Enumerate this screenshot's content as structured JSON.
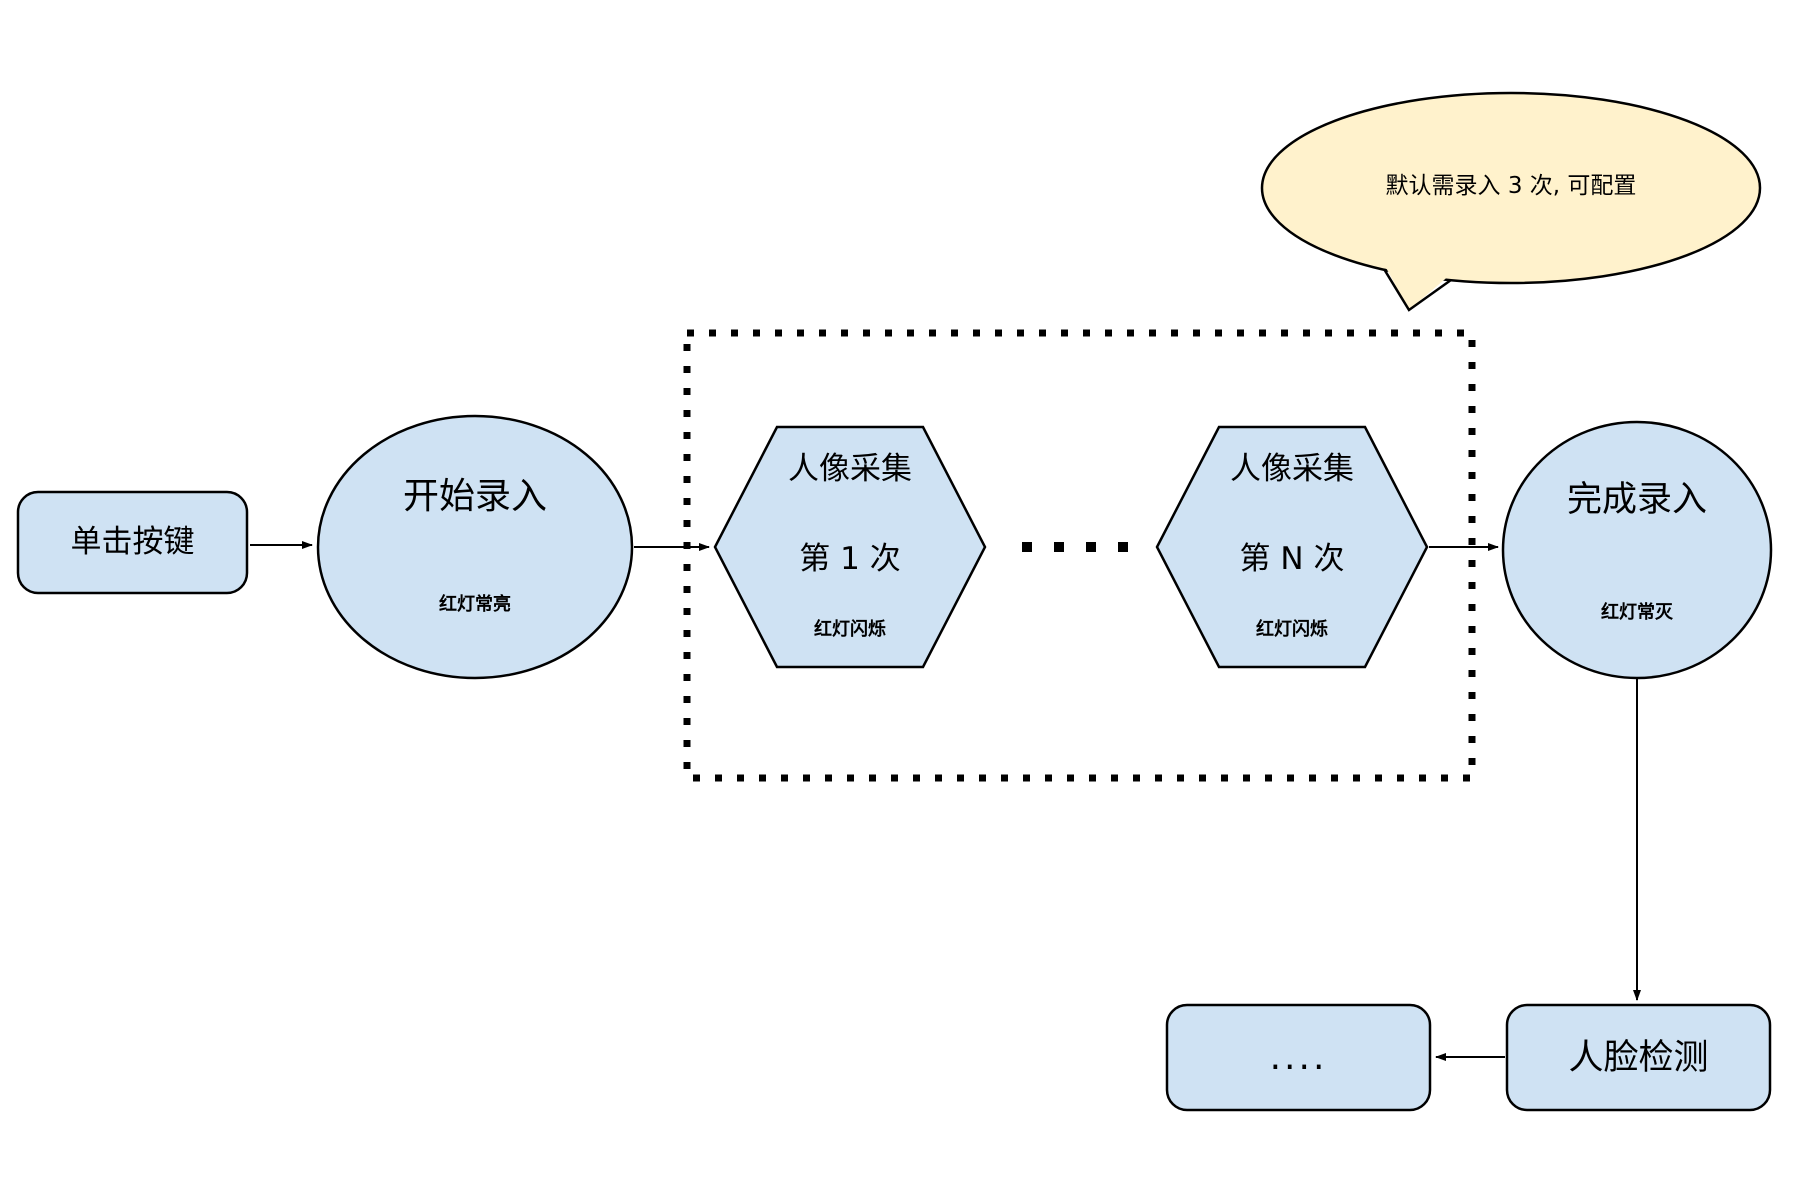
{
  "diagram": {
    "callout": {
      "text": "默认需录入 3 次, 可配置"
    },
    "nodes": {
      "click_button": {
        "label": "单击按键"
      },
      "start_entry": {
        "label": "开始录入",
        "status": "红灯常亮"
      },
      "capture_1": {
        "title": "人像采集",
        "count": "第 1 次",
        "status": "红灯闪烁"
      },
      "capture_n": {
        "title": "人像采集",
        "count": "第 N 次",
        "status": "红灯闪烁"
      },
      "finish_entry": {
        "label": "完成录入",
        "status": "红灯常灭"
      },
      "face_detection": {
        "label": "人脸检测"
      },
      "continuation": {
        "label": "...."
      }
    },
    "colors": {
      "node_fill": "#cfe2f3",
      "node_stroke": "#000000",
      "callout_fill": "#fff2cc",
      "background": "#ffffff"
    }
  }
}
